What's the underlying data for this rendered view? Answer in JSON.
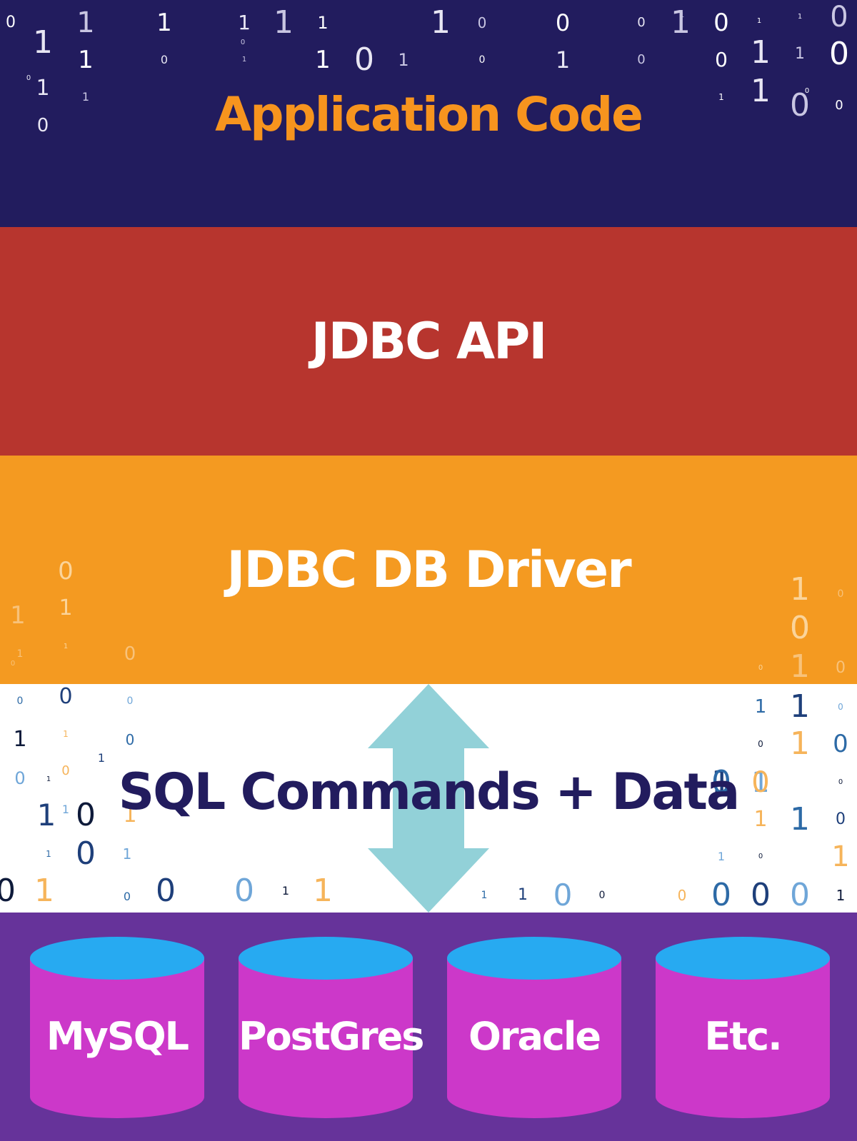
{
  "layers": {
    "application": {
      "label": "Application Code"
    },
    "api": {
      "label": "JDBC API"
    },
    "driver": {
      "label": "JDBC DB Driver"
    },
    "transport": {
      "label": "SQL Commands + Data"
    }
  },
  "databases": [
    {
      "label": "MySQL"
    },
    {
      "label": "PostGres"
    },
    {
      "label": "Oracle"
    },
    {
      "label": "Etc."
    }
  ],
  "colors": {
    "application_bg": "#221c5e",
    "application_text": "#f7941e",
    "api_bg": "#b7352e",
    "driver_bg": "#f49a21",
    "transport_text": "#221c5e",
    "arrow": "#92d1d8",
    "db_bg": "#66339a",
    "cylinder_body": "#cc38c9",
    "cylinder_top": "#27aaf1"
  },
  "binary_background": {
    "top": [
      "0",
      "1",
      "1",
      "1",
      "1",
      "1",
      "1",
      "1",
      "0",
      "0",
      "0",
      "1",
      "0",
      "1",
      "0",
      "1",
      "0",
      "1",
      "1",
      "0",
      "1",
      "0",
      "1",
      "0",
      "0",
      "1",
      "1",
      "0",
      "1",
      "1",
      "1",
      "1",
      "0",
      "0",
      "0",
      "1",
      "1",
      "0",
      "0",
      "0"
    ],
    "middle_left": [
      "0",
      "1",
      "1",
      "1",
      "1",
      "0",
      "0",
      "0",
      "0",
      "1",
      "1",
      "0",
      "1",
      "0",
      "1",
      "0",
      "0",
      "1",
      "1",
      "0",
      "1",
      "1",
      "0",
      "1",
      "0",
      "1",
      "0",
      "0",
      "0",
      "1",
      "1",
      "0"
    ],
    "middle_right": [
      "1",
      "0",
      "0",
      "1",
      "0",
      "0",
      "1",
      "1",
      "0",
      "0",
      "1",
      "0",
      "1",
      "1",
      "0",
      "1",
      "1",
      "0",
      "1",
      "0",
      "1",
      "1",
      "1",
      "0",
      "0",
      "0",
      "0",
      "0",
      "0",
      "1",
      "0",
      "0",
      "0"
    ]
  }
}
